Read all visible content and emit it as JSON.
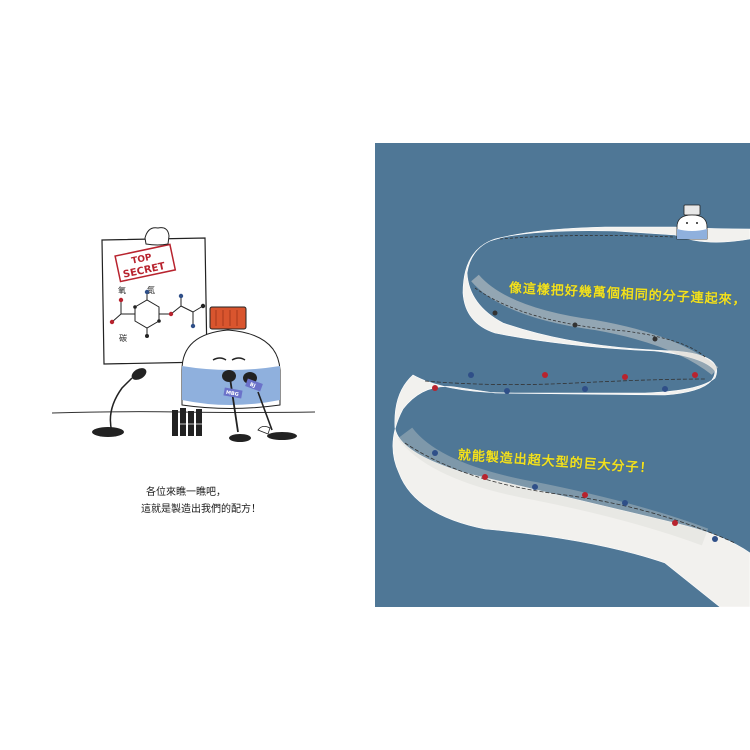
{
  "left_page": {
    "sign": {
      "stamp_line1": "TOP",
      "stamp_line2": "SECRET",
      "atom_oxygen": "氧",
      "atom_nitrogen": "氮",
      "atom_carbon": "碳"
    },
    "microphones": {
      "badge_1": "MBG",
      "badge_2": "BJ"
    },
    "caption_line1": "各位來瞧一瞧吧，",
    "caption_line2": "這就是製造出我們的配方！"
  },
  "right_page": {
    "text_1": "像這樣把好幾萬個相同的分子連起來，",
    "text_2": "就能製造出超大型的巨大分子！"
  },
  "colors": {
    "background_right": "#4f7796",
    "highlight_text": "#f2e01d",
    "atom_red": "#b8232e",
    "atom_blue": "#2f4f88",
    "atom_black": "#2a2a2a",
    "bottle_blue": "#8fb0dd",
    "cap_orange": "#d9552e"
  }
}
